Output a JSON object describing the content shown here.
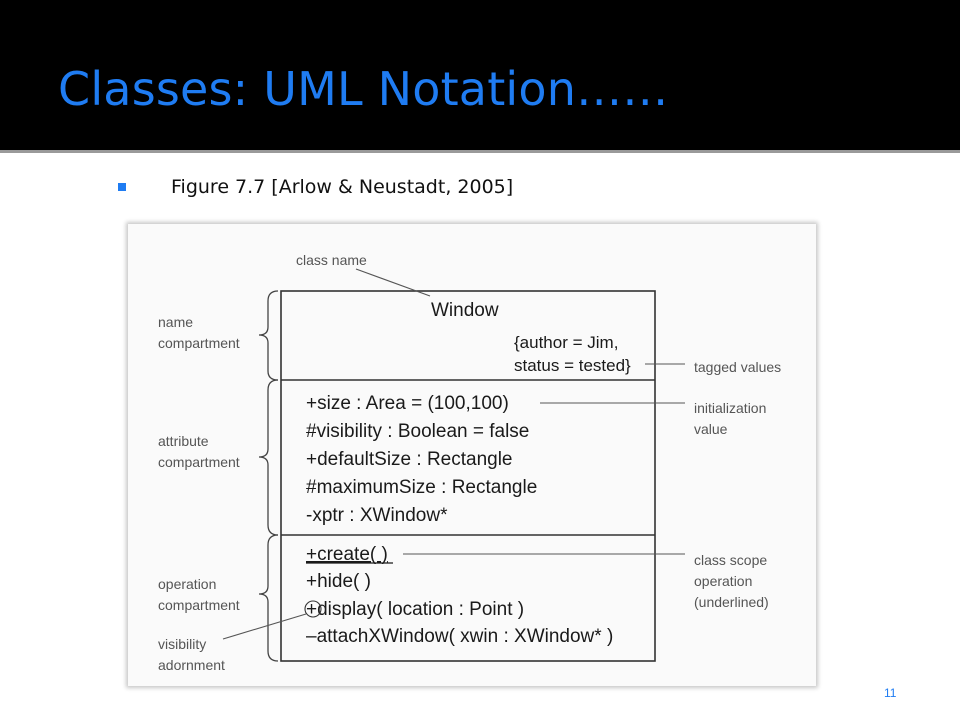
{
  "slide": {
    "title": "Classes: UML Notation……",
    "bullet": "Figure 7.7 [Arlow & Neustadt, 2005]",
    "page_number": "11"
  },
  "diagram": {
    "class_name": "Window",
    "tagged_values": [
      "{author = Jim,",
      "status = tested}"
    ],
    "attributes": [
      "+size : Area = (100,100)",
      "#visibility : Boolean = false",
      "+defaultSize : Rectangle",
      "#maximumSize : Rectangle",
      "-xptr : XWindow*"
    ],
    "operations": [
      "+create( )",
      "+hide( )",
      "+display( location : Point )",
      "–attachXWindow( xwin : XWindow* )"
    ],
    "annotations": {
      "class_name": "class name",
      "name_compartment": [
        "name",
        "compartment"
      ],
      "attribute_compartment": [
        "attribute",
        "compartment"
      ],
      "operation_compartment": [
        "operation",
        "compartment"
      ],
      "visibility_adornment": [
        "visibility",
        "adornment"
      ],
      "tagged_values": "tagged values",
      "initialization_value": [
        "initialization",
        "value"
      ],
      "class_scope_operation": [
        "class scope",
        "operation",
        "(underlined)"
      ]
    }
  },
  "colors": {
    "accent": "#1f7cf2",
    "background": "#000000"
  }
}
